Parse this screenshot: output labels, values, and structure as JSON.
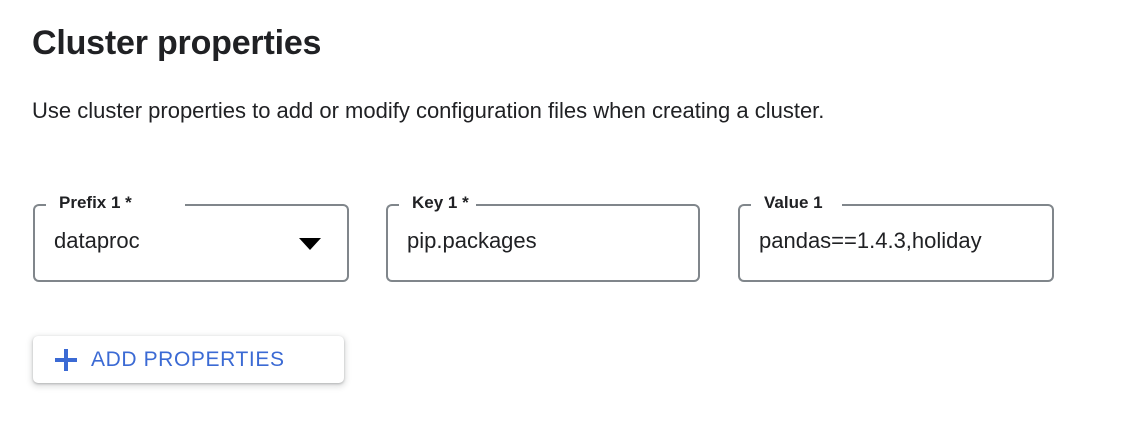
{
  "header": {
    "title": "Cluster properties",
    "description": "Use cluster properties to add or modify configuration files when creating a cluster."
  },
  "colors": {
    "accent": "#3b6ad4",
    "text": "#202124",
    "field_border": "#80868b",
    "background": "#ffffff"
  },
  "fields": [
    {
      "name": "prefix",
      "label": "Prefix 1 *",
      "value": "dataproc",
      "type": "select",
      "icon": "chevron-down-icon",
      "required": true
    },
    {
      "name": "key",
      "label": "Key 1 *",
      "value": "pip.packages",
      "type": "text",
      "required": true
    },
    {
      "name": "value",
      "label": "Value 1",
      "value": "pandas==1.4.3,holiday",
      "type": "text",
      "required": false
    }
  ],
  "add_button": {
    "label": "ADD PROPERTIES",
    "icon": "plus-icon"
  }
}
